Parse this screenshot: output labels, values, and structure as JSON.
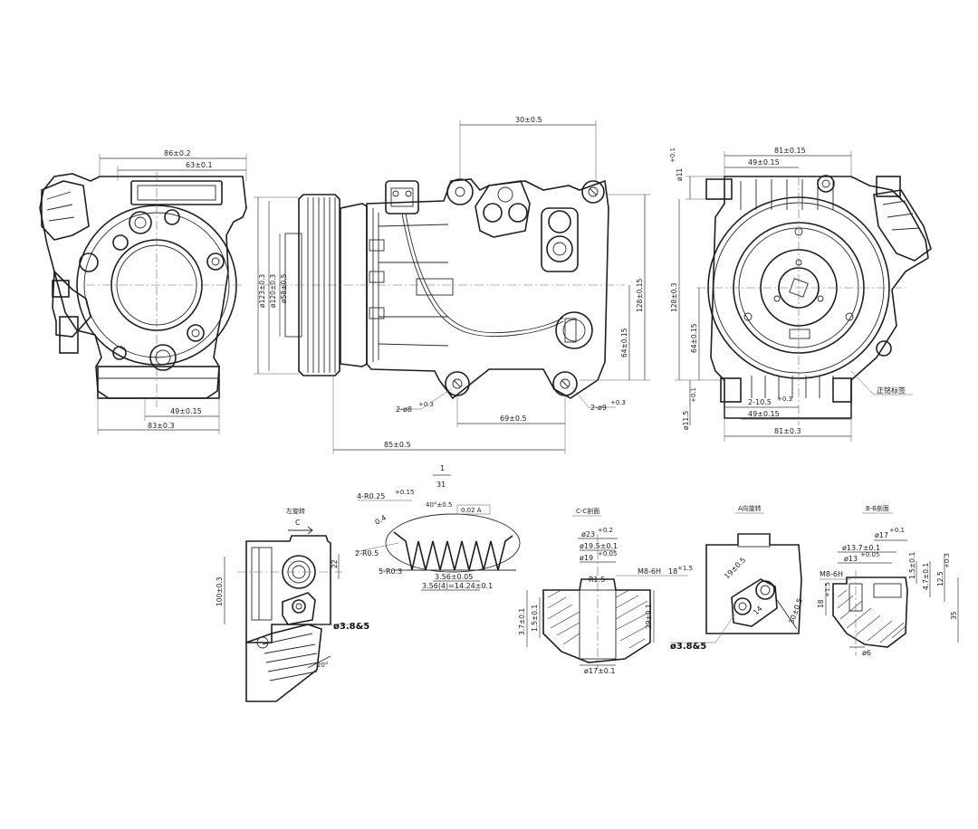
{
  "front_view": {
    "width_top": "86±0.2",
    "width_inner": "63±0.1",
    "base_half": "49±0.15",
    "base_width": "83±0.3"
  },
  "side_view": {
    "top_span": "30±0.5",
    "dia_outer": "ø123±0.3",
    "dia_mid": "ø120±0.3",
    "dia_inner": "ø58±0.5",
    "height_right": "128±0.15",
    "height_low": "64±0.15",
    "mount_left": "2-ø8",
    "mount_left_tol": "+0.3",
    "mount_right": "2-ø9",
    "mount_right_tol": "+0.3",
    "bottom_span": "69±0.5",
    "overall": "85±0.5"
  },
  "rear_view": {
    "top_width": "81±0.15",
    "top_half": "49±0.15",
    "top_dia": "ø11",
    "top_dia_tol": "+0.1",
    "height_overall": "128±0.3",
    "height_half": "64±0.15",
    "mount_spacing": "2-10.5",
    "mount_tol": "+0.3",
    "base_half": "49±0.15",
    "base_width": "81±0.3",
    "left_dia": "ø11.5",
    "left_dia_tol": "+0.1",
    "callout": "正铭标签"
  },
  "c_view": {
    "title": "左旋转",
    "arrow_letter": "C",
    "port_dia": "ø3.8&5",
    "angle": "20°",
    "left_dim": "100±0.3",
    "side_dim": "22"
  },
  "pulley_detail": {
    "scale_num": "1",
    "scale_den": "31",
    "fillet": "4-R0.25",
    "fillet_tol": "+0.15",
    "depth": "0.4",
    "angle": "40°±0.5",
    "flatness": "0.02 A",
    "thread": "2-R0.5",
    "radius_pair": "5-R0.3",
    "pitch": "3.56±0.05",
    "total": "3.56(4)=14.24±0.1"
  },
  "section_cc": {
    "title": "C-C剖面",
    "d1": "ø23",
    "d1_tol": "+0.2",
    "d2": "ø19.5±0.1",
    "d3": "ø19",
    "d3_tol": "+0.05",
    "radius": "R1.5",
    "thread": "M8-6H",
    "thread_depth": "18",
    "thread_tol": "+1.5",
    "h1": "3.7±0.1",
    "h2": "1.5±0.1",
    "h3": "29±0.1",
    "bottom": "ø17±0.1"
  },
  "view_a": {
    "title": "A向旋转",
    "port_dia": "ø3.8&5",
    "dim1": "19±0.5",
    "dim2": "14",
    "dim3": "30±0.5"
  },
  "section_bb": {
    "title": "B-B剖面",
    "d1": "ø17",
    "d1_tol": "+0.1",
    "d2": "ø13.7±0.1",
    "d3": "ø13",
    "d3_tol": "+0.05",
    "thread": "M8-6H",
    "h1": "1.5±0.1",
    "h2": "4.7±0.1",
    "h3": "12.5",
    "h3_tol": "+0.3",
    "side": "35",
    "depth": "18",
    "depth_tol": "+1.5",
    "bottom": "ø6"
  }
}
